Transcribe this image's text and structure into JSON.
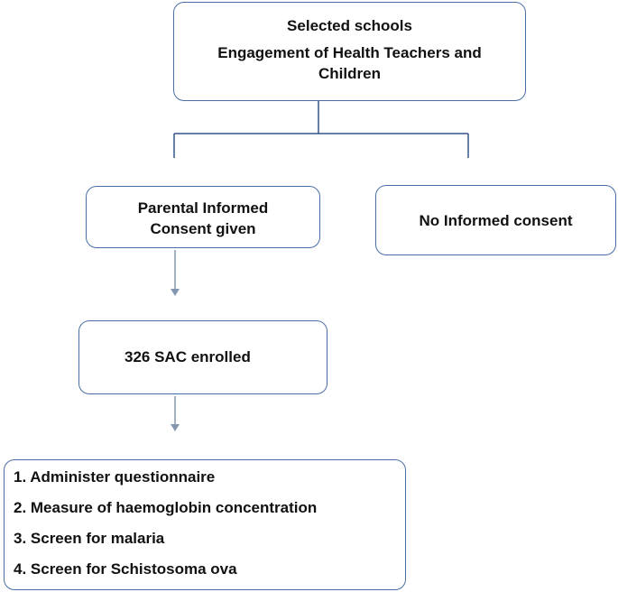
{
  "top_box": {
    "line1": "Selected schools",
    "line2": "Engagement of Health Teachers and",
    "line3": "Children"
  },
  "consent_box": {
    "line1": "Parental Informed",
    "line2": "Consent given"
  },
  "no_consent_box": {
    "label": "No Informed consent"
  },
  "enrolled_box": {
    "label": "326 SAC enrolled"
  },
  "steps_box": {
    "items": [
      "1. Administer questionnaire",
      "2. Measure of haemoglobin concentration",
      "3. Screen for malaria",
      "4. Screen for Schistosoma ova"
    ]
  },
  "colors": {
    "border": "#4a6fa5",
    "connector": "#34558b",
    "arrow": "#8497b0",
    "text": "#111111"
  }
}
